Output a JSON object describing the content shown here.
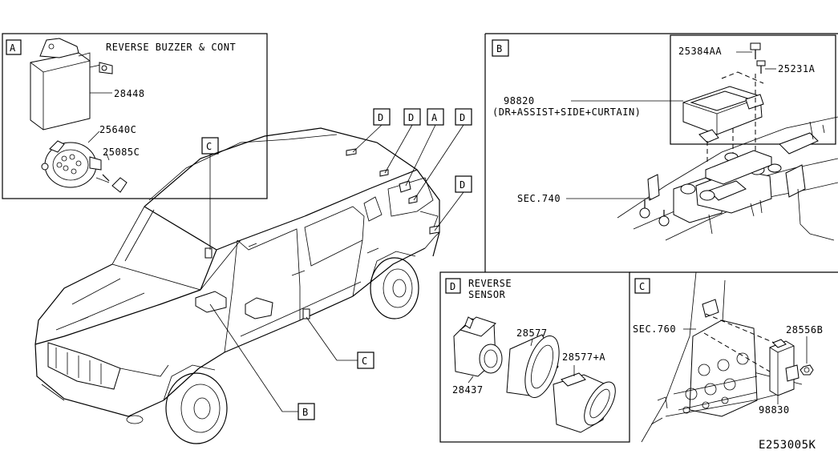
{
  "figure_code": "E253005K",
  "panels": {
    "a": {
      "letter": "A",
      "title": "REVERSE BUZZER & CONT",
      "parts": [
        "28448",
        "25640C",
        "25085C"
      ]
    },
    "b": {
      "letter": "B",
      "parts": [
        "25384AA",
        "25231A",
        "98820"
      ],
      "module_desc": "(DR+ASSIST+SIDE+CURTAIN)",
      "sec_ref": "SEC.740"
    },
    "d": {
      "letter": "D",
      "title_line1": "REVERSE",
      "title_line2": "SENSOR",
      "parts": [
        "28577",
        "28577+A",
        "28437"
      ]
    },
    "c": {
      "letter": "C",
      "sec_ref": "SEC.760",
      "parts": [
        "28556B",
        "98830"
      ]
    }
  },
  "callouts": {
    "d1": "D",
    "d2": "D",
    "a": "A",
    "d3": "D",
    "d4": "D",
    "c_top": "C",
    "c_door": "C",
    "b": "B"
  }
}
